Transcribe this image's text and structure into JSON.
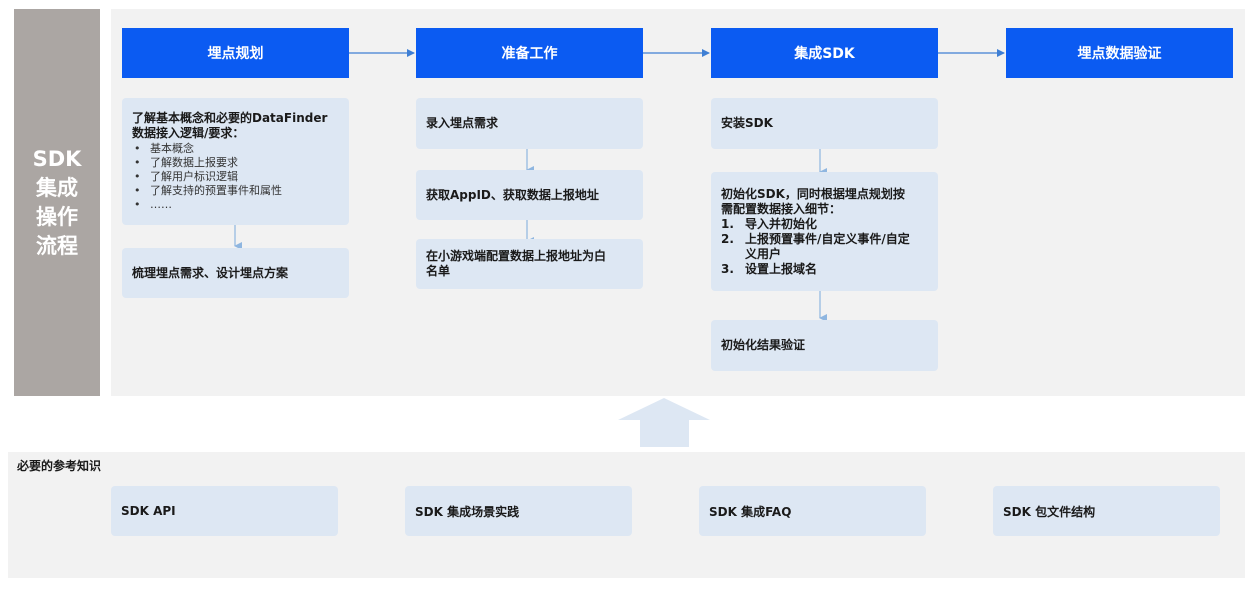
{
  "sidebar": {
    "title": "SDK\n集成\n操作\n流程"
  },
  "stages": [
    {
      "label": "埋点规划"
    },
    {
      "label": "准备工作"
    },
    {
      "label": "集成SDK"
    },
    {
      "label": "埋点数据验证"
    }
  ],
  "planning": {
    "intro_line1": "了解基本概念和必要的DataFinder",
    "intro_line2": "数据接入逻辑/要求：",
    "bullets": [
      "基本概念",
      "了解数据上报要求",
      "了解用户标识逻辑",
      "了解支持的预置事件和属性",
      "……"
    ],
    "design": "梳理埋点需求、设计埋点方案"
  },
  "preparation": {
    "step1": "录入埋点需求",
    "step2": "获取AppID、获取数据上报地址",
    "step3_line1": "在小游戏端配置数据上报地址为白",
    "step3_line2": "名单"
  },
  "integration": {
    "install": "安装SDK",
    "init_line1": "初始化SDK，同时根据埋点规划按",
    "init_line2": "需配置数据接入细节：",
    "init_items": [
      {
        "num": "1.",
        "line1": "导入并初始化",
        "line2": ""
      },
      {
        "num": "2.",
        "line1": "上报预置事件/自定义事件/自定",
        "line2": "义用户"
      },
      {
        "num": "3.",
        "line1": "设置上报域名",
        "line2": ""
      }
    ],
    "verify": "初始化结果验证"
  },
  "knowledge": {
    "title": "必要的参考知识",
    "items": [
      "SDK API",
      "SDK 集成场景实践",
      "SDK 集成FAQ",
      "SDK 包文件结构"
    ]
  },
  "colors": {
    "stage": "#0b5bf2",
    "card": "#dde7f3",
    "panel": "#f2f2f2",
    "sidebar": "#aba6a3",
    "connector": "#7aa3d4",
    "up_arrow": "#dde7f3"
  }
}
